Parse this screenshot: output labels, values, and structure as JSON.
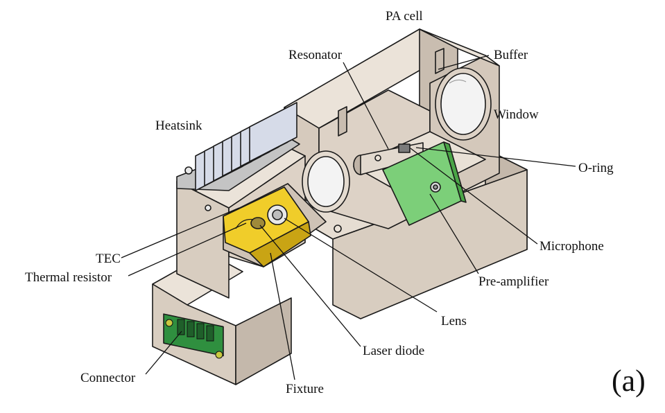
{
  "labels": {
    "pa_cell": "PA cell",
    "resonator": "Resonator",
    "buffer": "Buffer",
    "window": "Window",
    "heatsink": "Heatsink",
    "o_ring": "O-ring",
    "tec": "TEC",
    "thermal_resistor": "Thermal resistor",
    "microphone": "Microphone",
    "pre_amplifier": "Pre-amplifier",
    "lens": "Lens",
    "laser_diode": "Laser diode",
    "connector": "Connector",
    "fixture": "Fixture"
  },
  "panel_label": "(a)",
  "colors": {
    "housing": "#ddd2c6",
    "housing_dark": "#c4b8ab",
    "housing_light": "#ebe3d9",
    "outline": "#1a1a1a",
    "fixture": "#f0cd2a",
    "fixture_dark": "#c9a414",
    "pcb": "#7ccf79",
    "pcb_dark": "#4aa547",
    "heatsink": "#d6dbe8",
    "connector": "#2f8f3f",
    "window_glass": "#f1f1f1"
  }
}
